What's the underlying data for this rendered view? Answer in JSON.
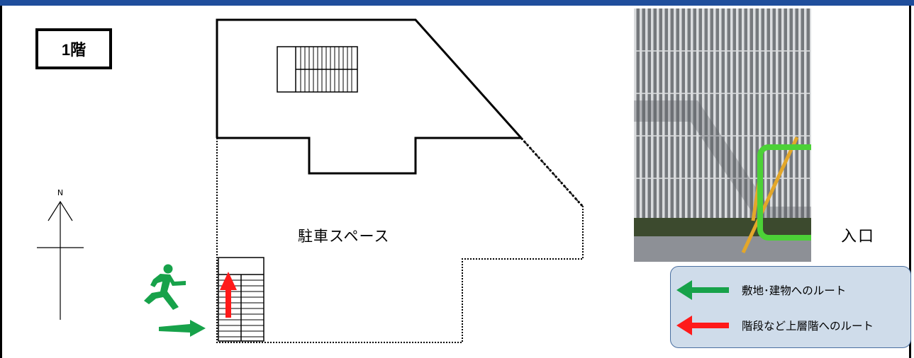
{
  "floor": {
    "label": "1階"
  },
  "compass": {
    "north_label": "N"
  },
  "parking": {
    "label": "駐車スペース"
  },
  "entrance": {
    "label": "入口"
  },
  "legend": {
    "items": [
      {
        "label": "敷地･建物へのルート",
        "color": "#17a24a"
      },
      {
        "label": "階段など上層階へのルート",
        "color": "#ff1a1a"
      }
    ]
  },
  "colors": {
    "header_bar": "#1f4e9c",
    "route_green": "#17a24a",
    "route_red": "#ff1a1a",
    "entrance_highlight": "#4cd137",
    "legend_bg": "#cfdcea"
  },
  "icons": {
    "compass": "north-arrow-icon",
    "exit": "running-person-icon"
  }
}
